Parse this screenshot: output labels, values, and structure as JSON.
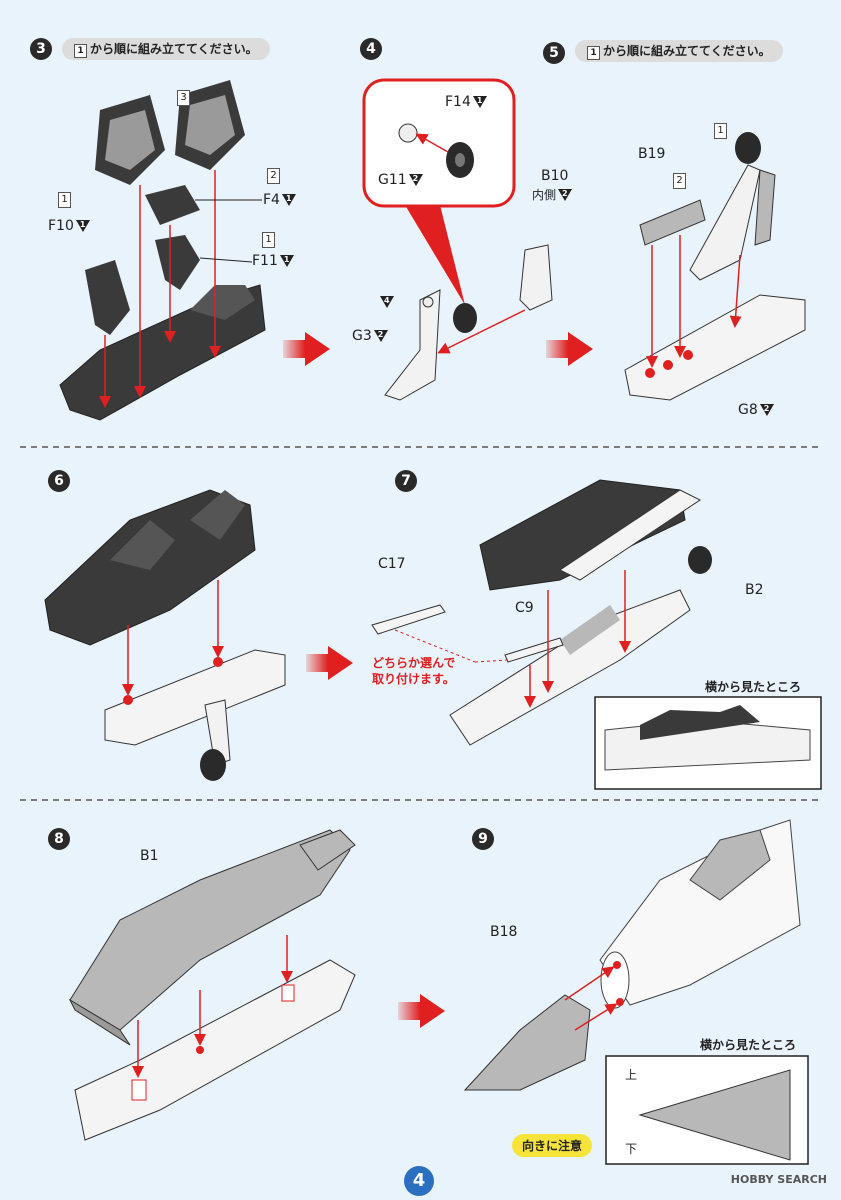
{
  "page_number": "4",
  "watermark": "HOBBY SEARCH",
  "steps": {
    "s3": {
      "num": "3",
      "instruction": "から順に組み立ててください。",
      "box": "1",
      "labels": {
        "f10": "F10",
        "f10n": "1",
        "f4": "F4",
        "f4n": "1",
        "f11": "F11",
        "f11n": "1",
        "b1": "1",
        "b2": "2",
        "b3": "3",
        "b4": "1"
      }
    },
    "s4": {
      "num": "4",
      "labels": {
        "f14": "F14",
        "f14n": "1",
        "g11": "G11",
        "g11n": "2",
        "b10": "B10",
        "b10sub": "内側",
        "b10n": "2",
        "g3": "G3",
        "g3n": "2",
        "n4": "4"
      }
    },
    "s5": {
      "num": "5",
      "instruction": "から順に組み立ててください。",
      "box": "1",
      "labels": {
        "b19": "B19",
        "g8": "G8",
        "g8n": "2",
        "b1": "1",
        "b2": "2"
      }
    },
    "s6": {
      "num": "6"
    },
    "s7": {
      "num": "7",
      "labels": {
        "c17": "C17",
        "c9": "C9",
        "b2": "B2"
      },
      "note_line1": "どちらか選んで",
      "note_line2": "取り付けます。",
      "side_view": "横から見たところ"
    },
    "s8": {
      "num": "8",
      "labels": {
        "b1": "B1"
      }
    },
    "s9": {
      "num": "9",
      "labels": {
        "b18": "B18"
      },
      "side_view": "横から見たところ",
      "up": "上",
      "down": "下",
      "warning": "向きに注意"
    }
  },
  "colors": {
    "background": "#e8f3fb",
    "part_dark": "#3a3a3a",
    "part_grey": "#b8b8b8",
    "arrow_red": "#e02020",
    "page_badge": "#2a6fc0",
    "warn_yellow": "#f7e43a"
  }
}
